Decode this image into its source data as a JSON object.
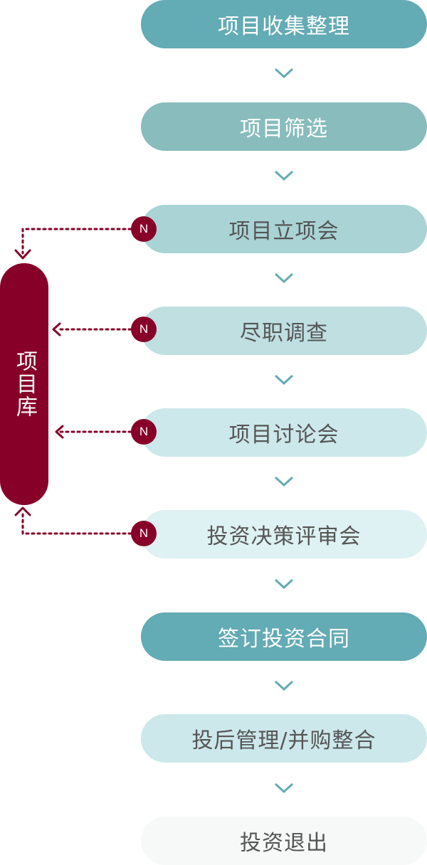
{
  "steps": [
    {
      "label": "项目收集整理",
      "bg": "#63abb5",
      "fg": "#ffffff"
    },
    {
      "label": "项目筛选",
      "bg": "#88bcbd",
      "fg": "#ffffff"
    },
    {
      "label": "项目立项会",
      "bg": "#a9d3d4",
      "fg": "#555555"
    },
    {
      "label": "尽职调查",
      "bg": "#bfdfe1",
      "fg": "#555555"
    },
    {
      "label": "项目讨论会",
      "bg": "#cce8ea",
      "fg": "#555555"
    },
    {
      "label": "投资决策评审会",
      "bg": "#def1f3",
      "fg": "#555555"
    },
    {
      "label": "签订投资合同",
      "bg": "#63abb5",
      "fg": "#ffffff"
    },
    {
      "label": "投后管理/并购整合",
      "bg": "#cce8ea",
      "fg": "#555555"
    },
    {
      "label": "投资退出",
      "bg": "#f7f8f8",
      "fg": "#555555"
    }
  ],
  "project_library": {
    "label": "项目库",
    "color": "#870028"
  },
  "reject_badge": "N",
  "colors": {
    "arrow": "#63abb5",
    "reject": "#870028"
  }
}
